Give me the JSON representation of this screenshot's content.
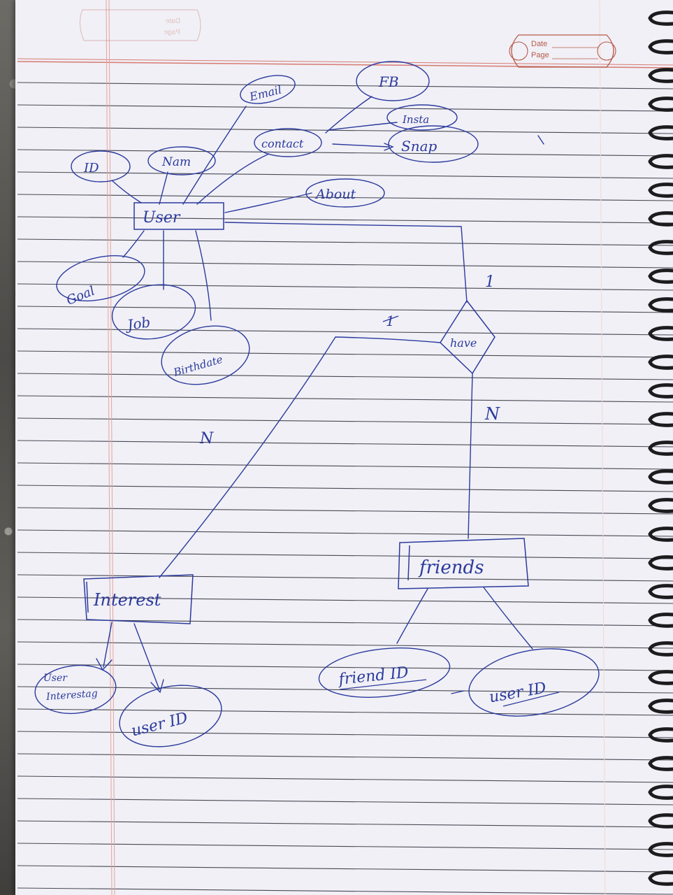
{
  "header": {
    "date_label": "Date",
    "page_label": "Page",
    "mirror_date_label": "Date",
    "mirror_page_label": "Page"
  },
  "colors": {
    "ink": "#2b3a9e",
    "rule_line": "#2a2c3a",
    "margin_line": "#d77a72",
    "paper": "#f1f0f6"
  },
  "entities": {
    "user": "User",
    "interest": "Interest",
    "friends": "friends"
  },
  "relationship": {
    "have": "have"
  },
  "attributes": {
    "email": "Email",
    "fb": "FB",
    "insta": "Insta",
    "snap": "Snap",
    "contact": "contact",
    "id": "ID",
    "name": "Nam",
    "about": "About",
    "goal": "Goal",
    "job": "Job",
    "birthdate": "Birthdate",
    "user_interest_tag_line1": "User",
    "user_interest_tag_line2": "Interestag",
    "interest_user_id": "user ID",
    "friend_id": "friend ID",
    "friends_user_id": "user ID"
  },
  "cardinality": {
    "user_side": "1",
    "friends_side": "N",
    "interest_side": "N",
    "struck_mark": "1"
  }
}
